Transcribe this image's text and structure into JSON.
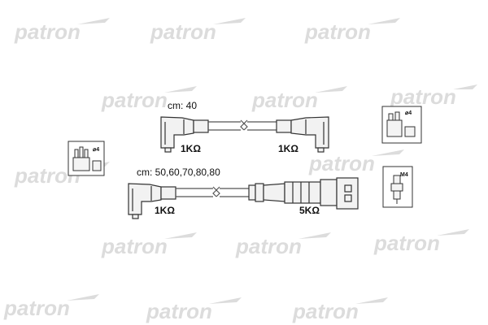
{
  "watermark": {
    "text": "patron",
    "color": "#d9d9d9"
  },
  "set": {
    "lead_group_1": {
      "length_label": "cm: 40",
      "lead_left": {
        "resistance": "1KΩ"
      },
      "lead_right": {
        "resistance": "1KΩ"
      }
    },
    "lead_group_2": {
      "length_label": "cm: 50,60,70,80,80",
      "lead_left": {
        "resistance": "1KΩ"
      },
      "lead_right": {
        "resistance": "5KΩ"
      }
    }
  },
  "icons": {
    "distributor_cap_left": {
      "icon": "distributor-cap-icon",
      "label": "4"
    },
    "distributor_cap_right": {
      "icon": "distributor-cap-icon",
      "label": "4"
    },
    "spark_plug": {
      "icon": "spark-plug-icon",
      "label": "M4"
    }
  },
  "colors": {
    "wire": "#555555",
    "boot_fill": "#f2f2f2",
    "text": "#111111"
  }
}
